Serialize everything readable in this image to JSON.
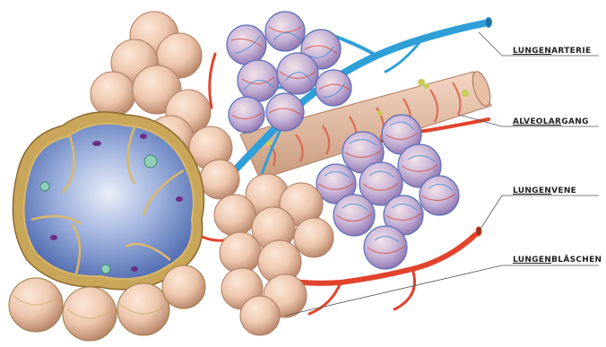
{
  "labels": [
    {
      "id": "lungenarterie",
      "underlined": "LUNGEN",
      "rest": "ARTERIE"
    },
    {
      "id": "alveolargang",
      "underlined": "ALVEOLAR",
      "rest": "GANG"
    },
    {
      "id": "lungenvene",
      "underlined": "LUNGEN",
      "rest": "VENE"
    },
    {
      "id": "lungenblaeschen",
      "underlined": "LUNGEN",
      "rest": "BLÄSCHEN"
    }
  ],
  "colors": {
    "artery": "#2f9fd8",
    "vein": "#e2432c",
    "alveolus_fill": "#efcdb7",
    "alveolus_shade": "#c99a7c",
    "cell_lumen": "#5d82c9",
    "cell_wall": "#c9a55a",
    "leader_line": "#555555"
  }
}
